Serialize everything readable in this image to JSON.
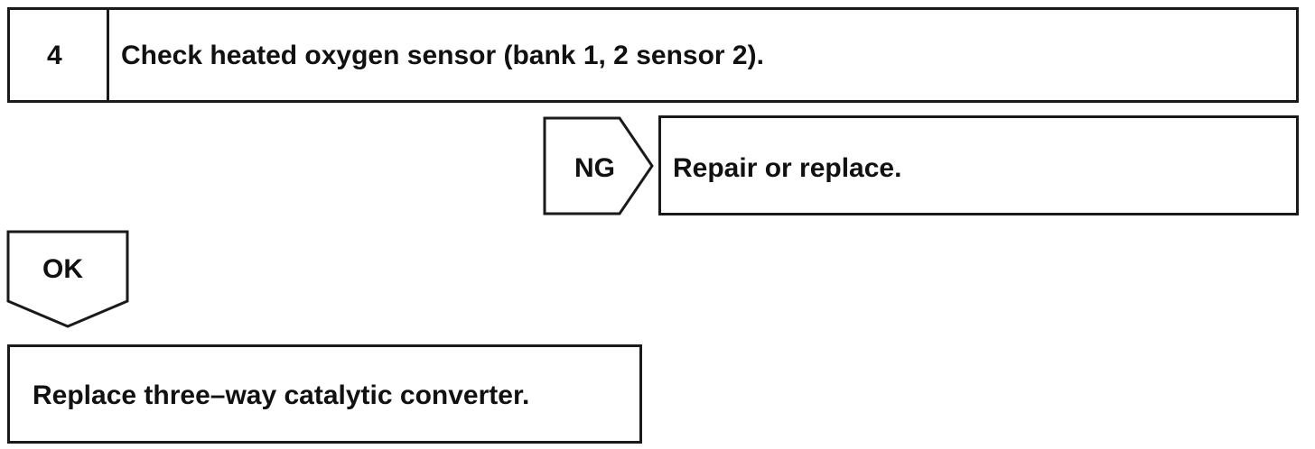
{
  "step": {
    "number": "4",
    "title": "Check heated oxygen sensor (bank 1, 2 sensor 2)."
  },
  "ng_branch": {
    "label": "NG",
    "action": "Repair or replace."
  },
  "ok_branch": {
    "label": "OK",
    "action": "Replace three–way catalytic converter."
  },
  "colors": {
    "stroke": "#1a1a1a",
    "background": "#ffffff",
    "text": "#111111"
  }
}
